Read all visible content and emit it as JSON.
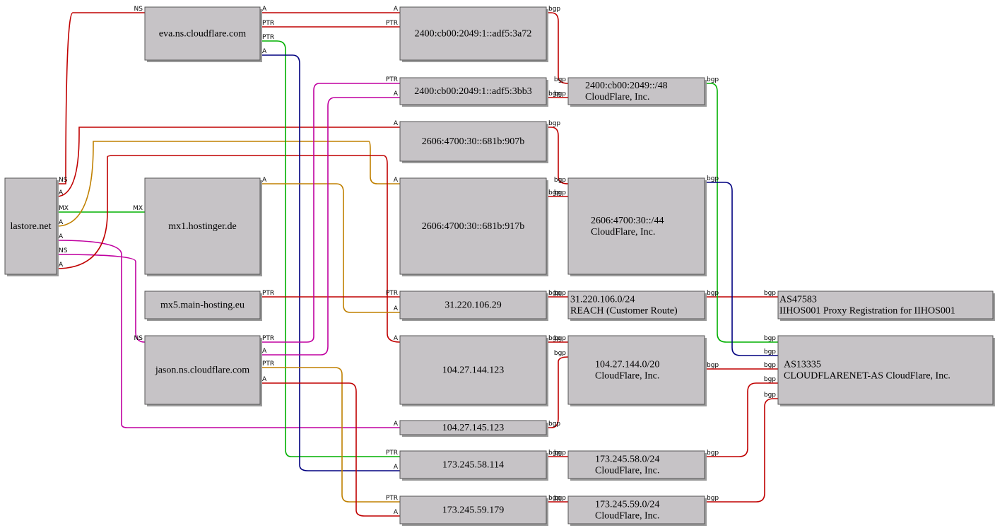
{
  "nodes": [
    {
      "id": "lastore",
      "lines": [
        "lastore.net"
      ]
    },
    {
      "id": "eva",
      "lines": [
        "eva.ns.cloudflare.com"
      ]
    },
    {
      "id": "mx1",
      "lines": [
        "mx1.hostinger.de"
      ]
    },
    {
      "id": "mx5",
      "lines": [
        "mx5.main-hosting.eu"
      ]
    },
    {
      "id": "jason",
      "lines": [
        "jason.ns.cloudflare.com"
      ]
    },
    {
      "id": "ip6a72",
      "lines": [
        "2400:cb00:2049:1::adf5:3a72"
      ]
    },
    {
      "id": "ip6bb3",
      "lines": [
        "2400:cb00:2049:1::adf5:3bb3"
      ]
    },
    {
      "id": "ip907b",
      "lines": [
        "2606:4700:30::681b:907b"
      ]
    },
    {
      "id": "ip917b",
      "lines": [
        "2606:4700:30::681b:917b"
      ]
    },
    {
      "id": "ip31",
      "lines": [
        "31.220.106.29"
      ]
    },
    {
      "id": "ip104a",
      "lines": [
        "104.27.144.123"
      ]
    },
    {
      "id": "ip104b",
      "lines": [
        "104.27.145.123"
      ]
    },
    {
      "id": "ip173a",
      "lines": [
        "173.245.58.114"
      ]
    },
    {
      "id": "ip173b",
      "lines": [
        "173.245.59.179"
      ]
    },
    {
      "id": "pfx2400",
      "lines": [
        "2400:cb00:2049::/48",
        "CloudFlare, Inc."
      ]
    },
    {
      "id": "pfx2606",
      "lines": [
        "2606:4700:30::/44",
        "CloudFlare, Inc."
      ]
    },
    {
      "id": "pfx31",
      "lines": [
        "31.220.106.0/24",
        "REACH (Customer Route)"
      ]
    },
    {
      "id": "pfx104",
      "lines": [
        "104.27.144.0/20",
        "CloudFlare, Inc."
      ]
    },
    {
      "id": "pfx173a",
      "lines": [
        "173.245.58.0/24",
        "CloudFlare, Inc."
      ]
    },
    {
      "id": "pfx173b",
      "lines": [
        "173.245.59.0/24",
        "CloudFlare, Inc."
      ]
    },
    {
      "id": "as47583",
      "lines": [
        "AS47583",
        "IIHOS001 Proxy Registration for IIHOS001"
      ]
    },
    {
      "id": "as13335",
      "lines": [
        "AS13335",
        "CLOUDFLARENET-AS CloudFlare, Inc."
      ]
    }
  ],
  "edges": [
    {
      "from": "lastore",
      "to": "eva",
      "tail_label": "NS",
      "head_label": "NS",
      "color": "#c00000"
    },
    {
      "from": "lastore",
      "to": "ip907b",
      "tail_label": "A",
      "head_label": "A",
      "color": "#c00000"
    },
    {
      "from": "lastore",
      "to": "mx1",
      "tail_label": "MX",
      "head_label": "MX",
      "color": "#00b000"
    },
    {
      "from": "lastore",
      "to": "ip917b",
      "tail_label": "A",
      "head_label": "A",
      "color": "#c08000"
    },
    {
      "from": "lastore",
      "to": "ip104b",
      "tail_label": "A",
      "head_label": "A",
      "color": "#c000a0"
    },
    {
      "from": "lastore",
      "to": "jason",
      "tail_label": "NS",
      "head_label": "NS",
      "color": "#c000a0"
    },
    {
      "from": "lastore",
      "to": "ip104a",
      "tail_label": "A",
      "head_label": "A",
      "color": "#c00000"
    },
    {
      "from": "eva",
      "to": "ip6a72",
      "tail_label": "A",
      "head_label": "A",
      "color": "#c00000"
    },
    {
      "from": "ip6a72",
      "to": "eva",
      "tail_label": "PTR",
      "head_label": "PTR",
      "color": "#c00000"
    },
    {
      "from": "ip173a",
      "to": "eva",
      "tail_label": "PTR",
      "head_label": "PTR",
      "color": "#00b000"
    },
    {
      "from": "eva",
      "to": "ip173a",
      "tail_label": "A",
      "head_label": "A",
      "color": "#000080"
    },
    {
      "from": "mx1",
      "to": "ip31",
      "tail_label": "A",
      "head_label": "A",
      "color": "#c08000"
    },
    {
      "from": "ip31",
      "to": "mx5",
      "tail_label": "PTR",
      "head_label": "PTR",
      "color": "#c00000"
    },
    {
      "from": "ip6bb3",
      "to": "jason",
      "tail_label": "PTR",
      "head_label": "PTR",
      "color": "#c000a0"
    },
    {
      "from": "jason",
      "to": "ip6bb3",
      "tail_label": "A",
      "head_label": "A",
      "color": "#c000a0"
    },
    {
      "from": "ip173b",
      "to": "jason",
      "tail_label": "PTR",
      "head_label": "PTR",
      "color": "#c08000"
    },
    {
      "from": "jason",
      "to": "ip173b",
      "tail_label": "A",
      "head_label": "A",
      "color": "#c00000"
    },
    {
      "from": "ip6a72",
      "to": "pfx2400",
      "tail_label": "bgp",
      "head_label": "bgp",
      "color": "#c00000"
    },
    {
      "from": "ip6bb3",
      "to": "pfx2400",
      "tail_label": "bgp",
      "head_label": "bgp",
      "color": "#c00000"
    },
    {
      "from": "ip907b",
      "to": "pfx2606",
      "tail_label": "bgp",
      "head_label": "bgp",
      "color": "#c00000"
    },
    {
      "from": "ip917b",
      "to": "pfx2606",
      "tail_label": "bgp",
      "head_label": "bgp",
      "color": "#c00000"
    },
    {
      "from": "ip31",
      "to": "pfx31",
      "tail_label": "bgp",
      "head_label": "bgp",
      "color": "#c00000"
    },
    {
      "from": "ip104a",
      "to": "pfx104",
      "tail_label": "bgp",
      "head_label": "bgp",
      "color": "#c00000"
    },
    {
      "from": "ip104b",
      "to": "pfx104",
      "tail_label": "bgp",
      "head_label": "bgp",
      "color": "#c00000"
    },
    {
      "from": "ip173a",
      "to": "pfx173a",
      "tail_label": "bgp",
      "head_label": "bgp",
      "color": "#c00000"
    },
    {
      "from": "ip173b",
      "to": "pfx173b",
      "tail_label": "bgp",
      "head_label": "bgp",
      "color": "#c00000"
    },
    {
      "from": "pfx31",
      "to": "as47583",
      "tail_label": "bgp",
      "head_label": "bgp",
      "color": "#c00000"
    },
    {
      "from": "pfx2400",
      "to": "as13335",
      "tail_label": "bgp",
      "head_label": "bgp",
      "color": "#00b000"
    },
    {
      "from": "pfx2606",
      "to": "as13335",
      "tail_label": "bgp",
      "head_label": "bgp",
      "color": "#000080"
    },
    {
      "from": "pfx104",
      "to": "as13335",
      "tail_label": "bgp",
      "head_label": "bgp",
      "color": "#c00000"
    },
    {
      "from": "pfx173a",
      "to": "as13335",
      "tail_label": "bgp",
      "head_label": "bgp",
      "color": "#c00000"
    },
    {
      "from": "pfx173b",
      "to": "as13335",
      "tail_label": "bgp",
      "head_label": "bgp",
      "color": "#c00000"
    }
  ]
}
